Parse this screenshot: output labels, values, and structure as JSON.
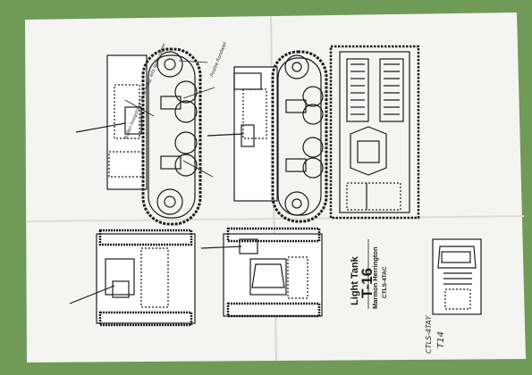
{
  "background_color": "#6f9a57",
  "paper_color": "#f4f4f2",
  "ink_color": "#1c1c1c",
  "sheet": {
    "title_line1": "Light Tank",
    "title_line2": "T-16",
    "author": "Marmon Herrington",
    "designation": "CTLS-4TAC",
    "handwritten_note_1": "CTLS-4TAY",
    "handwritten_note_2": "T14",
    "annotation_left": "Rollen hoogstand zit te hoog, iets lager zagen",
    "annotation_right": "Positie Rondwiel"
  }
}
